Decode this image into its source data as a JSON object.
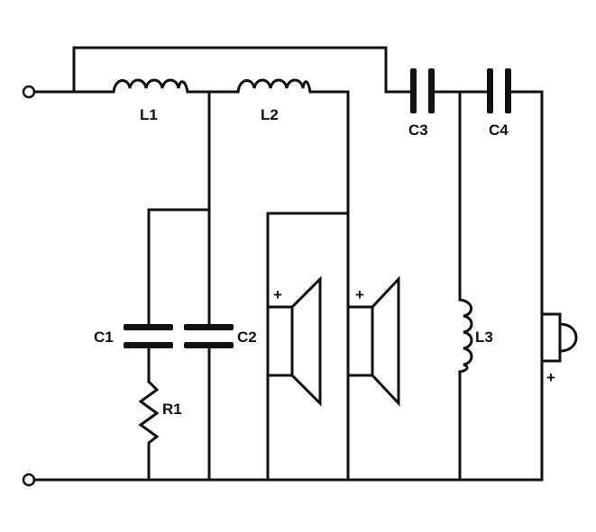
{
  "diagram": {
    "components": {
      "L1": "L1",
      "L2": "L2",
      "L3": "L3",
      "C1": "C1",
      "C2": "C2",
      "C3": "C3",
      "C4": "C4",
      "R1": "R1"
    },
    "polarity_mark": "+",
    "colors": {
      "ink": "#111111",
      "background": "#ffffff"
    }
  }
}
